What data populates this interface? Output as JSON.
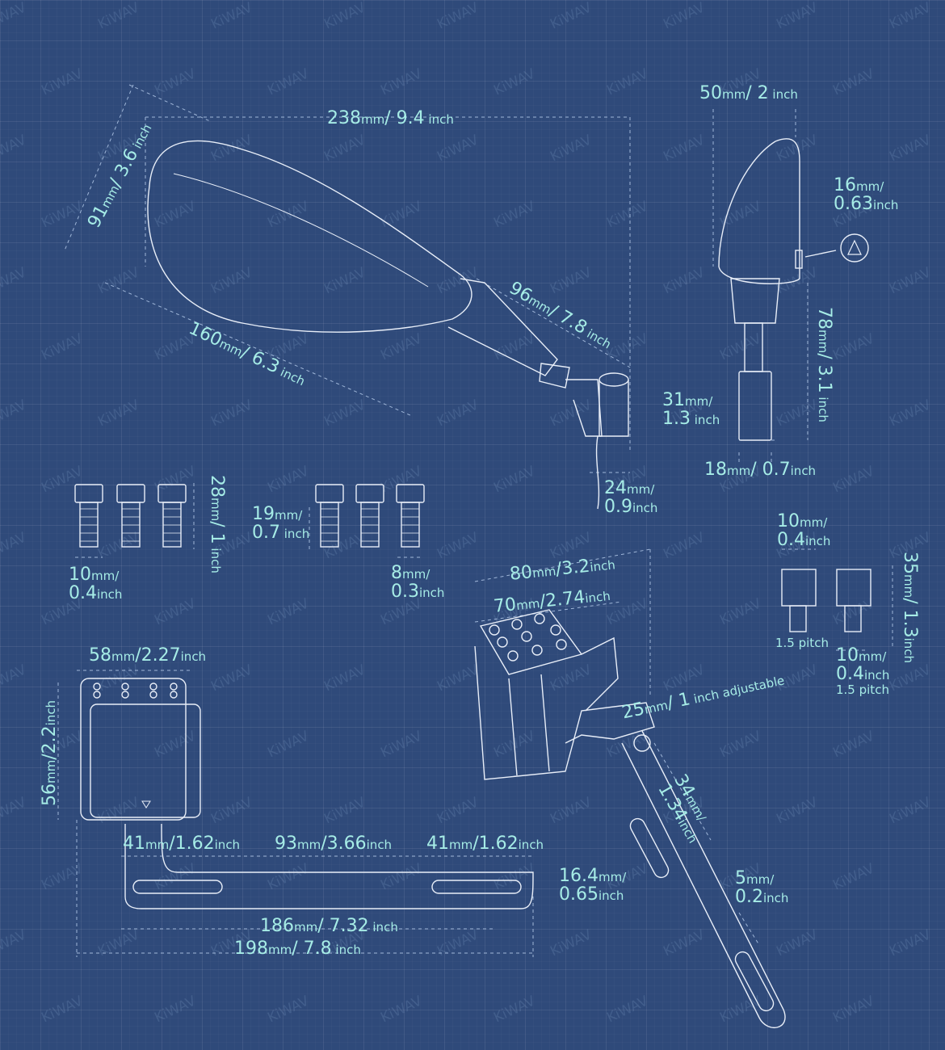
{
  "watermark": "KiWAV",
  "colors": {
    "background": "#2f4a7a",
    "line": "#e8eef8",
    "text": "#a6ece6"
  },
  "labels": [
    {
      "id": "mirror-length",
      "lines": [
        [
          [
            "238",
            "mm"
          ],
          [
            "/ 9.4",
            " inch"
          ]
        ]
      ]
    },
    {
      "id": "mirror-height",
      "lines": [
        [
          [
            "91",
            "mm"
          ],
          [
            "/ 3.6",
            " inch"
          ]
        ]
      ]
    },
    {
      "id": "mirror-glass-length",
      "lines": [
        [
          [
            "160",
            "mm"
          ],
          [
            "/ 6.3",
            " inch"
          ]
        ]
      ]
    },
    {
      "id": "stem-length",
      "lines": [
        [
          [
            "96",
            "mm"
          ],
          [
            "/ 7.8",
            " inch"
          ]
        ]
      ]
    },
    {
      "id": "side-width",
      "lines": [
        [
          [
            "50",
            "mm"
          ],
          [
            "/ 2",
            " inch"
          ]
        ]
      ]
    },
    {
      "id": "indicator-size",
      "lines": [
        [
          [
            "16",
            "mm/"
          ]
        ],
        [
          [
            "0.63",
            "inch"
          ]
        ]
      ]
    },
    {
      "id": "side-height",
      "lines": [
        [
          [
            "78",
            "mm"
          ],
          [
            "/ 3.1",
            " inch"
          ]
        ]
      ]
    },
    {
      "id": "mount-height",
      "lines": [
        [
          [
            "31",
            "mm/"
          ]
        ],
        [
          [
            "1.3",
            " inch"
          ]
        ]
      ]
    },
    {
      "id": "mount-width",
      "lines": [
        [
          [
            "18",
            "mm"
          ],
          [
            "/ 0.7",
            "inch"
          ]
        ]
      ]
    },
    {
      "id": "base-width",
      "lines": [
        [
          [
            "24",
            "mm/"
          ]
        ],
        [
          [
            "0.9",
            "inch"
          ]
        ]
      ]
    },
    {
      "id": "bolt-length-1",
      "lines": [
        [
          [
            "28",
            "mm"
          ],
          [
            "/ 1",
            " inch"
          ]
        ]
      ]
    },
    {
      "id": "bolt-width-1",
      "lines": [
        [
          [
            "10",
            "mm/"
          ]
        ],
        [
          [
            "0.4",
            "inch"
          ]
        ]
      ]
    },
    {
      "id": "bolt-length-2",
      "lines": [
        [
          [
            "19",
            "mm/"
          ]
        ],
        [
          [
            "0.7",
            " inch"
          ]
        ]
      ]
    },
    {
      "id": "bolt-width-2",
      "lines": [
        [
          [
            "8",
            "mm/"
          ]
        ],
        [
          [
            "0.3",
            "inch"
          ]
        ]
      ]
    },
    {
      "id": "clamp-width-outer",
      "lines": [
        [
          [
            "80",
            "mm"
          ],
          [
            "/3.2",
            "inch"
          ]
        ]
      ]
    },
    {
      "id": "clamp-width-inner",
      "lines": [
        [
          [
            "70",
            "mm"
          ],
          [
            "/2.74",
            "inch"
          ]
        ]
      ]
    },
    {
      "id": "adapter-width-top",
      "lines": [
        [
          [
            "10",
            "mm/"
          ]
        ],
        [
          [
            "0.4",
            "inch"
          ]
        ]
      ]
    },
    {
      "id": "adapter-length",
      "lines": [
        [
          [
            "35",
            "mm"
          ],
          [
            "/ 1.3",
            "inch"
          ]
        ]
      ]
    },
    {
      "id": "adapter-pitch-1",
      "lines": [
        [
          [
            "",
            "1.5 pitch"
          ]
        ]
      ]
    },
    {
      "id": "adapter-width-bottom",
      "lines": [
        [
          [
            "10",
            "mm/"
          ]
        ],
        [
          [
            "0.4",
            "inch"
          ]
        ],
        [
          [
            "",
            "1.5 pitch"
          ]
        ]
      ]
    },
    {
      "id": "adjustable-range",
      "lines": [
        [
          [
            "25",
            "mm"
          ],
          [
            "/ 1",
            " inch adjustable"
          ]
        ]
      ]
    },
    {
      "id": "clamp-front-width",
      "lines": [
        [
          [
            "58",
            "mm"
          ],
          [
            "/2.27",
            "inch"
          ]
        ]
      ]
    },
    {
      "id": "clamp-front-height",
      "lines": [
        [
          [
            "56",
            "mm"
          ],
          [
            "/2.2",
            "inch"
          ]
        ]
      ]
    },
    {
      "id": "bracket-arm-width",
      "lines": [
        [
          [
            "34",
            "mm/"
          ]
        ],
        [
          [
            "1.34",
            "inch"
          ]
        ]
      ]
    },
    {
      "id": "slot-left",
      "lines": [
        [
          [
            "41",
            "mm"
          ],
          [
            "/1.62",
            "inch"
          ]
        ]
      ]
    },
    {
      "id": "slot-middle",
      "lines": [
        [
          [
            "93",
            "mm"
          ],
          [
            "/3.66",
            "inch"
          ]
        ]
      ]
    },
    {
      "id": "slot-right",
      "lines": [
        [
          [
            "41",
            "mm"
          ],
          [
            "/1.62",
            "inch"
          ]
        ]
      ]
    },
    {
      "id": "bracket-height",
      "lines": [
        [
          [
            "16.4",
            "mm/"
          ]
        ],
        [
          [
            "0.65",
            "inch"
          ]
        ]
      ]
    },
    {
      "id": "bracket-thickness",
      "lines": [
        [
          [
            "5",
            "mm/"
          ]
        ],
        [
          [
            "0.2",
            "inch"
          ]
        ]
      ]
    },
    {
      "id": "bracket-length-inner",
      "lines": [
        [
          [
            "186",
            "mm"
          ],
          [
            "/ 7.32",
            " inch"
          ]
        ]
      ]
    },
    {
      "id": "bracket-length-total",
      "lines": [
        [
          [
            "198",
            "mm"
          ],
          [
            "/ 7.8",
            " inch"
          ]
        ]
      ]
    }
  ]
}
